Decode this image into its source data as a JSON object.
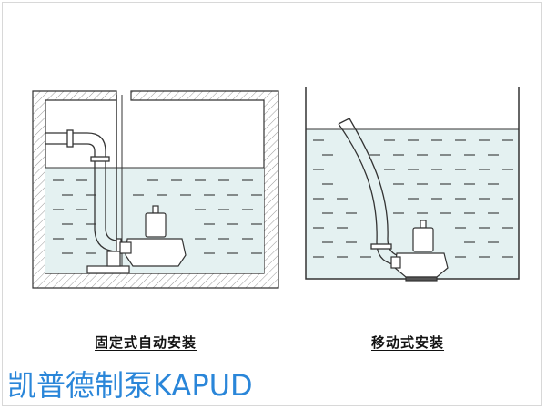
{
  "diagram": {
    "panels": [
      {
        "id": "fixed",
        "caption": "固定式自动安装"
      },
      {
        "id": "mobile",
        "caption": "移动式安装"
      }
    ],
    "colors": {
      "wall": "#333333",
      "wall_fill": "#ffffff",
      "water": "#e4f1f1",
      "dash": "#222222",
      "pipe": "#333333",
      "watermark": "#2a86d9"
    }
  },
  "watermark": {
    "text": "凯普德制泵KAPUD"
  }
}
